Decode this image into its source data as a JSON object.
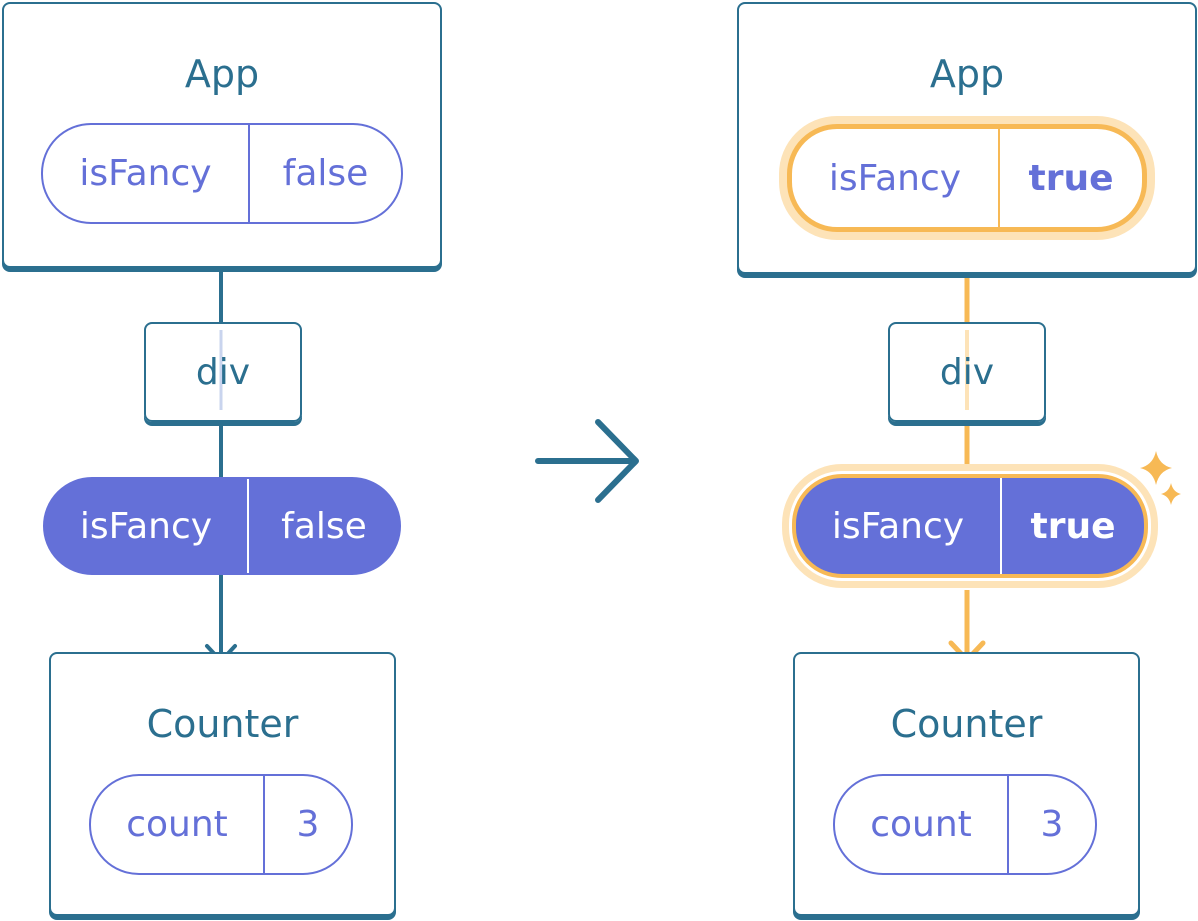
{
  "colors": {
    "node_border": "#2b6f8f",
    "pill_purple": "#6470d8",
    "highlight": "#f7b955",
    "highlight_glow": "#fde3b8"
  },
  "before": {
    "app": {
      "title": "App",
      "state_key": "isFancy",
      "state_value": "false"
    },
    "div": {
      "title": "div"
    },
    "prop": {
      "key": "isFancy",
      "value": "false"
    },
    "counter": {
      "title": "Counter",
      "state_key": "count",
      "state_value": "3"
    }
  },
  "after": {
    "app": {
      "title": "App",
      "state_key": "isFancy",
      "state_value": "true"
    },
    "div": {
      "title": "div"
    },
    "prop": {
      "key": "isFancy",
      "value": "true"
    },
    "counter": {
      "title": "Counter",
      "state_key": "count",
      "state_value": "3"
    }
  },
  "icons": {
    "transition": "arrow-right-icon",
    "change_marker": "sparkle-icon"
  }
}
